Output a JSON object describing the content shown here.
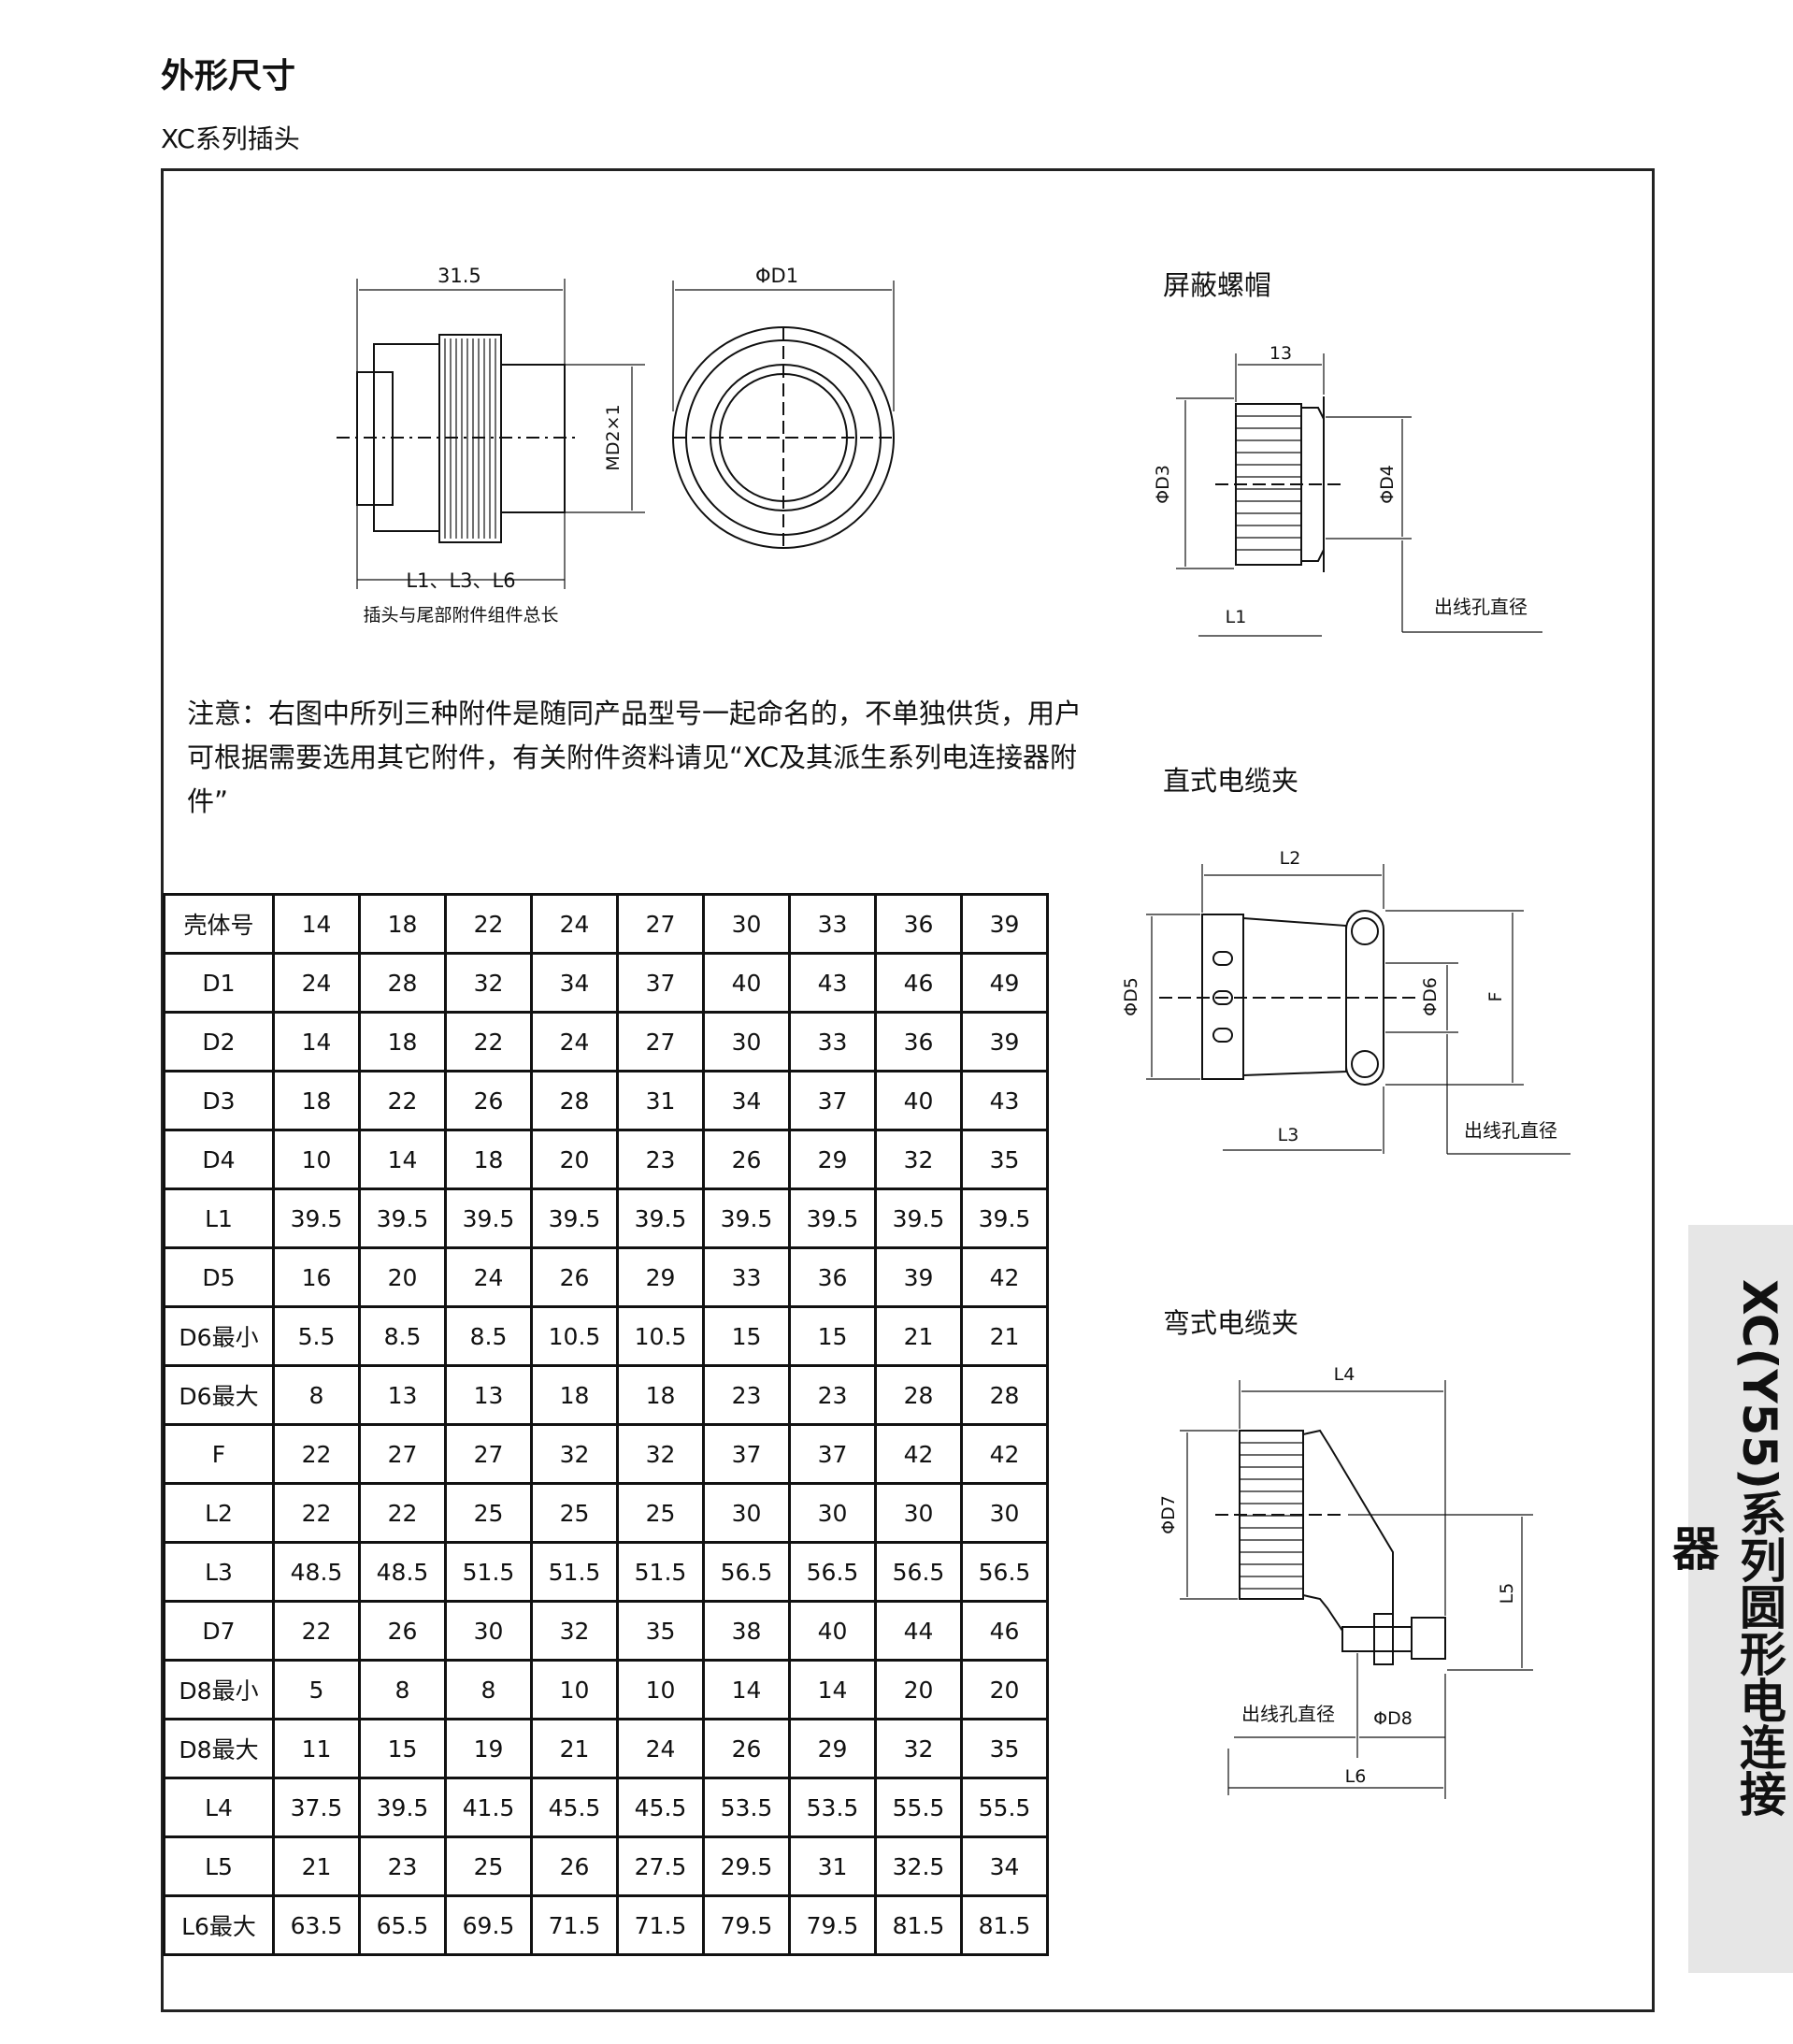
{
  "header": {
    "title": "外形尺寸",
    "subtitle": "XC系列插头"
  },
  "plug_drawing": {
    "dim_width": "31.5",
    "dim_diameter": "ΦD1",
    "dim_thread": "MD2×1",
    "dim_length": "L1、L3、L6",
    "caption": "插头与尾部附件组件总长"
  },
  "note": "注意：右图中所列三种附件是随同产品型号一起命名的，不单独供货，用户可根据需要选用其它附件，有关附件资料请见“XC及其派生系列电连接器附件”",
  "shield_nut": {
    "title": "屏蔽螺帽",
    "dim_top": "13",
    "dim_d3": "ΦD3",
    "dim_d4": "ΦD4",
    "dim_l1": "L1",
    "outlet_label": "出线孔直径"
  },
  "straight_clamp": {
    "title": "直式电缆夹",
    "dim_l2": "L2",
    "dim_d5": "ΦD5",
    "dim_d6": "ΦD6",
    "dim_f": "F",
    "dim_l3": "L3",
    "outlet_label": "出线孔直径"
  },
  "bent_clamp": {
    "title": "弯式电缆夹",
    "dim_l4": "L4",
    "dim_d7": "ΦD7",
    "dim_l5": "L5",
    "dim_d8": "ΦD8",
    "dim_l6": "L6",
    "outlet_label": "出线孔直径"
  },
  "table": {
    "rows": [
      [
        "壳体号",
        "14",
        "18",
        "22",
        "24",
        "27",
        "30",
        "33",
        "36",
        "39"
      ],
      [
        "D1",
        "24",
        "28",
        "32",
        "34",
        "37",
        "40",
        "43",
        "46",
        "49"
      ],
      [
        "D2",
        "14",
        "18",
        "22",
        "24",
        "27",
        "30",
        "33",
        "36",
        "39"
      ],
      [
        "D3",
        "18",
        "22",
        "26",
        "28",
        "31",
        "34",
        "37",
        "40",
        "43"
      ],
      [
        "D4",
        "10",
        "14",
        "18",
        "20",
        "23",
        "26",
        "29",
        "32",
        "35"
      ],
      [
        "L1",
        "39.5",
        "39.5",
        "39.5",
        "39.5",
        "39.5",
        "39.5",
        "39.5",
        "39.5",
        "39.5"
      ],
      [
        "D5",
        "16",
        "20",
        "24",
        "26",
        "29",
        "33",
        "36",
        "39",
        "42"
      ],
      [
        "D6最小",
        "5.5",
        "8.5",
        "8.5",
        "10.5",
        "10.5",
        "15",
        "15",
        "21",
        "21"
      ],
      [
        "D6最大",
        "8",
        "13",
        "13",
        "18",
        "18",
        "23",
        "23",
        "28",
        "28"
      ],
      [
        "F",
        "22",
        "27",
        "27",
        "32",
        "32",
        "37",
        "37",
        "42",
        "42"
      ],
      [
        "L2",
        "22",
        "22",
        "25",
        "25",
        "25",
        "30",
        "30",
        "30",
        "30"
      ],
      [
        "L3",
        "48.5",
        "48.5",
        "51.5",
        "51.5",
        "51.5",
        "56.5",
        "56.5",
        "56.5",
        "56.5"
      ],
      [
        "D7",
        "22",
        "26",
        "30",
        "32",
        "35",
        "38",
        "40",
        "44",
        "46"
      ],
      [
        "D8最小",
        "5",
        "8",
        "8",
        "10",
        "10",
        "14",
        "14",
        "20",
        "20"
      ],
      [
        "D8最大",
        "11",
        "15",
        "19",
        "21",
        "24",
        "26",
        "29",
        "32",
        "35"
      ],
      [
        "L4",
        "37.5",
        "39.5",
        "41.5",
        "45.5",
        "45.5",
        "53.5",
        "53.5",
        "55.5",
        "55.5"
      ],
      [
        "L5",
        "21",
        "23",
        "25",
        "26",
        "27.5",
        "29.5",
        "31",
        "32.5",
        "34"
      ],
      [
        "L6最大",
        "63.5",
        "65.5",
        "69.5",
        "71.5",
        "71.5",
        "79.5",
        "79.5",
        "81.5",
        "81.5"
      ]
    ]
  },
  "side_tab": "XC(Y55)系列圆形电连接器"
}
